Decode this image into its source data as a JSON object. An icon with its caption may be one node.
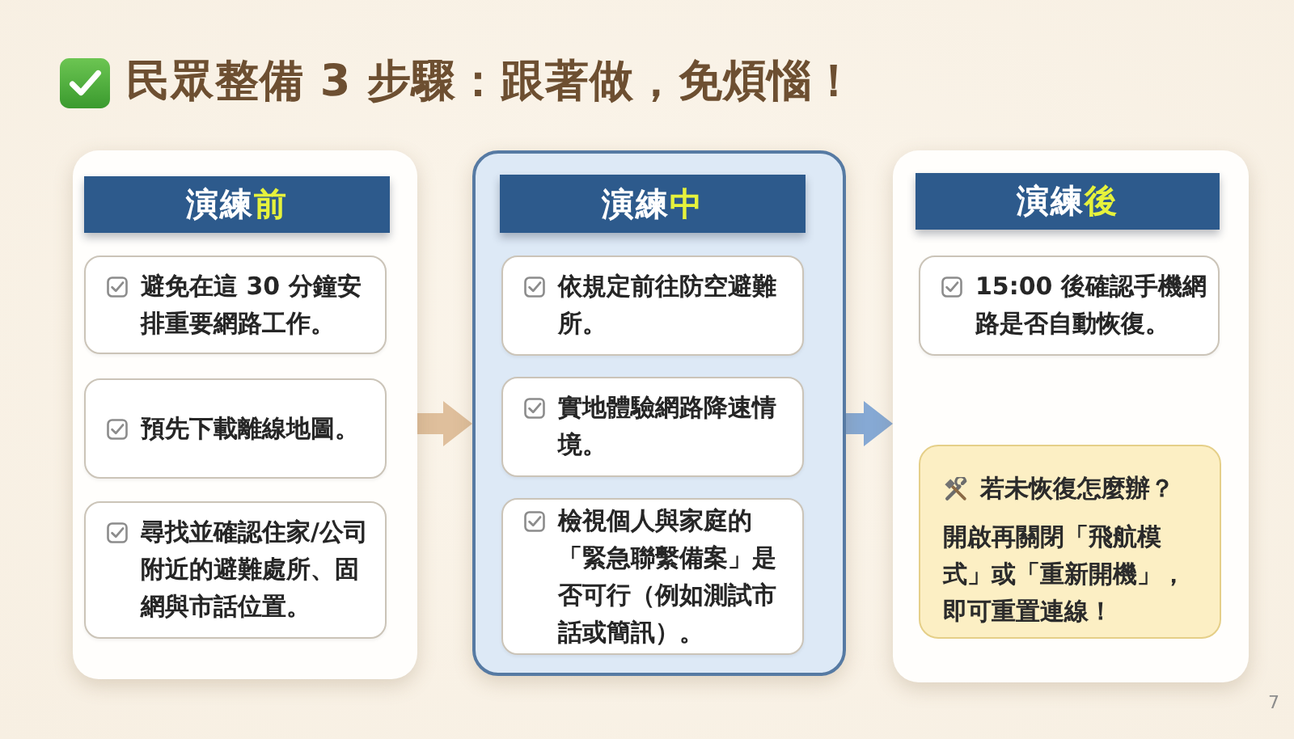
{
  "diagram": {
    "title": "民眾整備 3 步驟：跟著做，免煩惱！",
    "nodes": [
      {
        "text": [],
        "shape": "box"
      },
      {
        "text": [
          "演練**前**"
        ],
        "in": 0
      },
      {
        "text": [
          "避免在這 30 分鐘安排重要網路工作。"
        ],
        "in": 0
      },
      {
        "text": [
          "預先下載離線地圖。"
        ],
        "in": 0
      },
      {
        "text": [
          "尋找並確認住家/公司附近的避難處所、固網與市話位置。"
        ],
        "in": 0
      },
      {
        "text": [],
        "shape": "box"
      },
      {
        "text": [
          "演練**中**"
        ],
        "in": 5
      },
      {
        "text": [
          "依規定前往防空避難所。"
        ],
        "in": 5
      },
      {
        "text": [
          "實地體驗網路降速情境。"
        ],
        "in": 5
      },
      {
        "text": [
          "檢視個人與家庭的「緊急聯繫備案」是否可行（例如測試市話或簡訊）。"
        ],
        "in": 5
      },
      {
        "text": [],
        "shape": "box"
      },
      {
        "text": [
          "演練**後**"
        ],
        "in": 10
      },
      {
        "text": [
          "15:00 後確認手機網路是否自動恢復。"
        ],
        "in": 10
      },
      {
        "text": [
          "若未恢復怎麼辦？",
          "開啟再關閉「飛航模式」或「重新開機」，即可重置連線！"
        ],
        "in": 10
      }
    ],
    "edges": [
      {
        "from": 0,
        "to": 5,
        "arrow": "to",
        "color": "#dfbf9c"
      },
      {
        "from": 5,
        "to": 10,
        "arrow": "to",
        "color": "#86a9d4"
      }
    ],
    "labels": [
      "7"
    ]
  }
}
